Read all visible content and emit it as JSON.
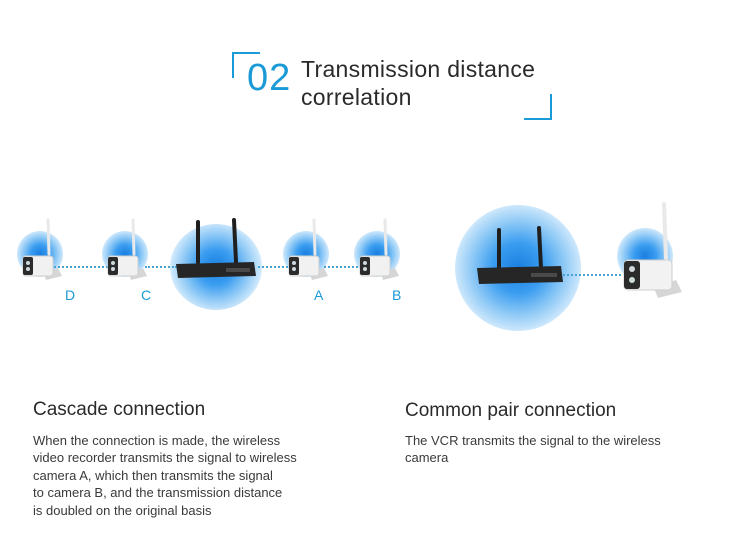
{
  "header": {
    "number": "02",
    "title_line1": "Transmission distance",
    "title_line2": "correlation",
    "accent_color": "#1a9ad6"
  },
  "diagram": {
    "cascade_labels": [
      "D",
      "C",
      "A",
      "B"
    ]
  },
  "cascade": {
    "title": "Cascade connection",
    "lines": [
      "When the connection is made, the wireless",
      "video recorder transmits the signal to wireless",
      "camera A, which then transmits the signal",
      "to camera B, and the transmission distance",
      "is doubled on the original basis"
    ]
  },
  "common": {
    "title": "Common pair connection",
    "lines": [
      "The VCR transmits the signal to the wireless",
      "camera"
    ]
  }
}
